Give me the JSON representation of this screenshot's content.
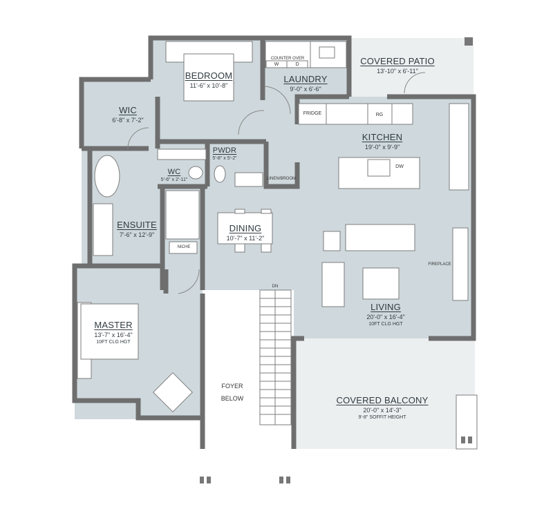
{
  "colors": {
    "floor": "#cfd9dd",
    "wall": "#6e6e6e",
    "exterior": "#eceff0",
    "fixture": "#ffffff"
  },
  "rooms": [
    {
      "id": "bedroom",
      "name": "BEDROOM",
      "dims": "11'-6\" x 10'-8\""
    },
    {
      "id": "laundry",
      "name": "LAUNDRY",
      "dims": "9'-0\" x 6'-6\""
    },
    {
      "id": "covered_patio",
      "name": "COVERED PATIO",
      "dims": "13'-10\" x 6'-11\""
    },
    {
      "id": "wic",
      "name": "WIC",
      "dims": "6'-8\" x 7'-2\""
    },
    {
      "id": "kitchen",
      "name": "KITCHEN",
      "dims": "19'-0\" x 9'-9\""
    },
    {
      "id": "pwdr",
      "name": "PWDR",
      "dims": "5'-8\" x 5'-2\""
    },
    {
      "id": "wc",
      "name": "WC",
      "dims": "5'-6\" x 2'-11\""
    },
    {
      "id": "ensuite",
      "name": "ENSUITE",
      "dims": "7'-6\" x 12'-9\""
    },
    {
      "id": "dining",
      "name": "DINING",
      "dims": "10'-7\" x 11'-2\""
    },
    {
      "id": "living",
      "name": "LIVING",
      "dims": "20'-0\" x 16'-4\"",
      "note": "10FT CLG HGT"
    },
    {
      "id": "master",
      "name": "MASTER",
      "dims": "13'-7\" x 16'-4\"",
      "note": "10FT CLG HGT"
    },
    {
      "id": "covered_balcony",
      "name": "COVERED BALCONY",
      "dims": "20'-0\" x 14'-3\"",
      "note": "9'-8\" SOFFIT HEIGHT"
    }
  ],
  "fixtures": {
    "counter_over": "COUNTER OVER",
    "washer": "W",
    "dryer": "D",
    "fridge": "FRIDGE",
    "range": "RG",
    "dishwasher": "DW",
    "linen": "LINEN/BROOM",
    "niche": "NICHE",
    "fireplace": "FIREPLACE",
    "stairs_dn": "DN",
    "foyer_line1": "FOYER",
    "foyer_line2": "BELOW"
  }
}
